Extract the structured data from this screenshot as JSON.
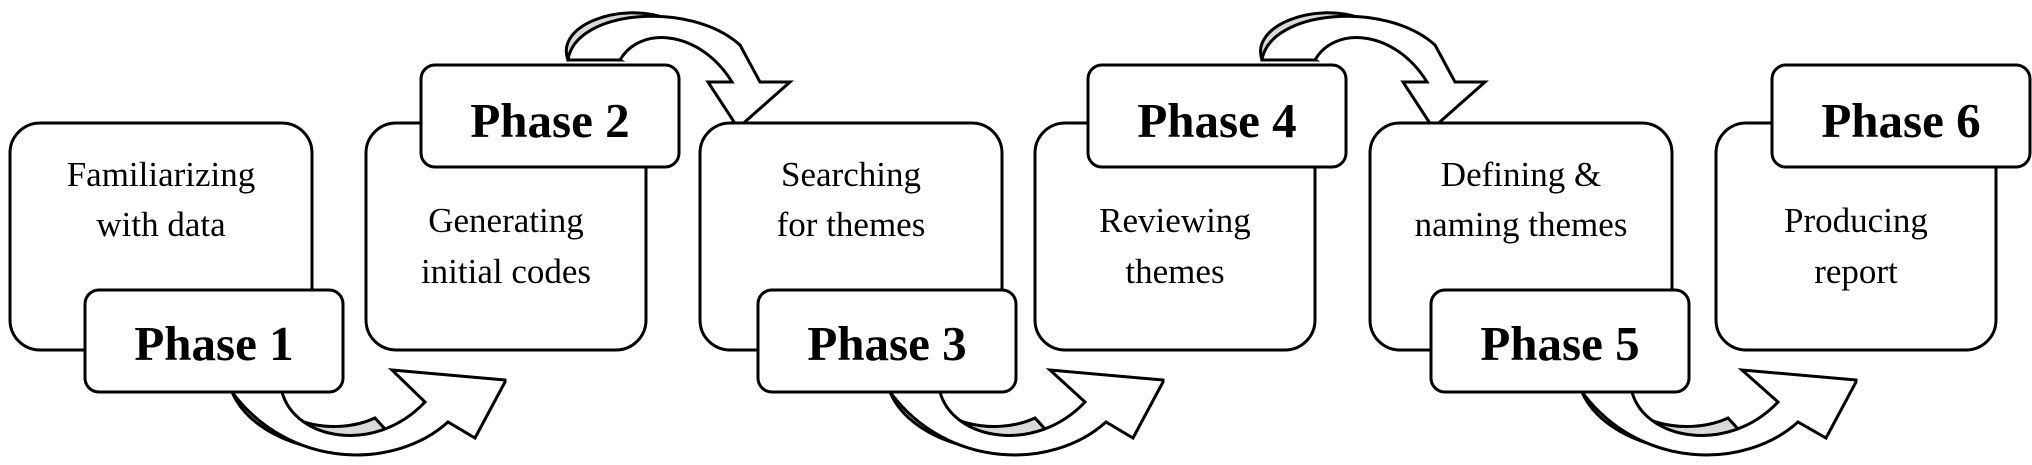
{
  "phases": [
    {
      "label": "Phase 1",
      "desc": [
        "Familiarizing",
        "with data"
      ]
    },
    {
      "label": "Phase 2",
      "desc": [
        "Generating",
        "initial codes"
      ]
    },
    {
      "label": "Phase 3",
      "desc": [
        "Searching",
        "for themes"
      ]
    },
    {
      "label": "Phase 4",
      "desc": [
        "Reviewing",
        "themes"
      ]
    },
    {
      "label": "Phase 5",
      "desc": [
        "Defining &",
        "naming themes"
      ]
    },
    {
      "label": "Phase 6",
      "desc": [
        "Producing",
        "report"
      ]
    }
  ],
  "colors": {
    "stroke": "#000000",
    "fill": "#ffffff",
    "arrow_shade": "#d9d9d9"
  }
}
